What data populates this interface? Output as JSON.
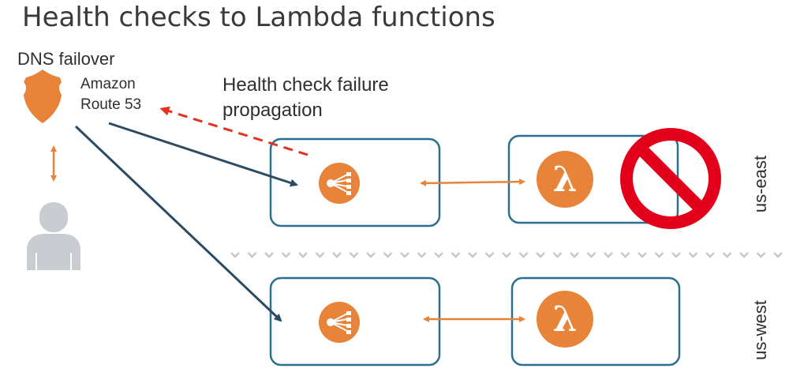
{
  "title": "Health checks to Lambda functions",
  "dns_failover_label": "DNS failover",
  "route53": {
    "line1": "Amazon",
    "line2": "Route 53",
    "icon": "route53-shield-icon"
  },
  "propagation": {
    "line1": "Health check failure",
    "line2": "propagation"
  },
  "regions": {
    "east": "us-east",
    "west": "us-west"
  },
  "icons": {
    "user": "user-icon",
    "load_balancer": "load-balancer-icon",
    "lambda": "lambda-icon",
    "prohibited": "prohibited-icon",
    "lambda_glyph": "λ"
  },
  "colors": {
    "orange": "#e8843a",
    "box_border": "#2d6f8e",
    "arrow_dark": "#2b4a63",
    "failure_red": "#e53020",
    "prohibit_red": "#e3001b",
    "user_gray": "#c9ccd0"
  }
}
